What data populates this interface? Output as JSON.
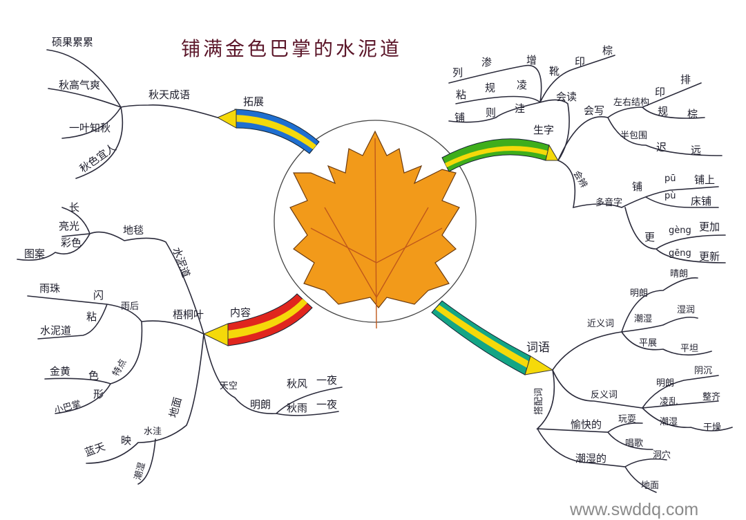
{
  "title": "铺满金色巴掌的水泥道",
  "watermark": "www.swddq.com",
  "colors": {
    "leaf": "#f29a1a",
    "pencil_blue": "#1f6fd0",
    "pencil_green": "#3fae1c",
    "pencil_red": "#e0261e",
    "pencil_teal": "#14a585",
    "pencil_yellow": "#f5d90a",
    "title": "#5b1629"
  },
  "extend": {
    "label": "拓展",
    "idioms_label": "秋天成语",
    "idioms": [
      "硕果累累",
      "秋高气爽",
      "一叶知秋",
      "秋色宜人"
    ]
  },
  "characters": {
    "label": "生字",
    "read": {
      "label": "会读",
      "rows": [
        [
          "列",
          "渗",
          "增",
          "靴",
          "印",
          "棕"
        ],
        [
          "粘",
          "规",
          "凌"
        ],
        [
          "铺",
          "则",
          "洼"
        ]
      ]
    },
    "write": {
      "label": "会写",
      "lr": {
        "label": "左右结构",
        "chars": [
          "印",
          "排",
          "规",
          "棕"
        ]
      },
      "semi": {
        "label": "半包围",
        "chars": [
          "迟",
          "远"
        ]
      }
    },
    "distinguish": {
      "label": "会辨",
      "poly_label": "多音字",
      "pu": {
        "char": "铺",
        "r1": "pū",
        "w1": "铺上",
        "r2": "pù",
        "w2": "床铺"
      },
      "geng": {
        "char": "更",
        "r1": "gèng",
        "w1": "更加",
        "r2": "gēng",
        "w2": "更新"
      }
    }
  },
  "content": {
    "label": "内容",
    "road": {
      "label": "水泥道",
      "carpet": "地毯",
      "items": [
        "长",
        "亮光",
        "彩色",
        "图案"
      ]
    },
    "leaves": {
      "label": "梧桐叶",
      "after_rain": {
        "label": "雨后",
        "a": "雨珠",
        "b": "闪",
        "c": "水泥道",
        "d": "粘"
      },
      "features": {
        "label": "特点",
        "a": "金黄",
        "b": "色",
        "c": "小巴掌",
        "d": "形"
      }
    },
    "ground": {
      "label": "地面",
      "puddle": "水洼",
      "reflect": "映",
      "sky_blue": "蓝天",
      "wet": "潮湿"
    },
    "sky": {
      "label": "天空",
      "clear": "明朗",
      "a": "秋风",
      "b": "一夜",
      "c": "秋雨",
      "d": "一夜"
    }
  },
  "words": {
    "label": "词语",
    "synonyms": {
      "label": "近义词",
      "pairs": [
        [
          "明朗",
          "晴朗"
        ],
        [
          "潮湿",
          "湿润"
        ],
        [
          "平展",
          "平坦"
        ]
      ]
    },
    "antonyms": {
      "label": "反义词",
      "pairs": [
        [
          "明朗",
          "阴沉"
        ],
        [
          "凌乱",
          "整齐"
        ],
        [
          "潮湿",
          "干燥"
        ]
      ]
    },
    "collocations": {
      "label": "搭配词",
      "happy": "愉快的",
      "play": "玩耍",
      "sing": "唱歌",
      "wet": "潮湿的",
      "cave": "洞穴",
      "ground": "地面"
    }
  }
}
